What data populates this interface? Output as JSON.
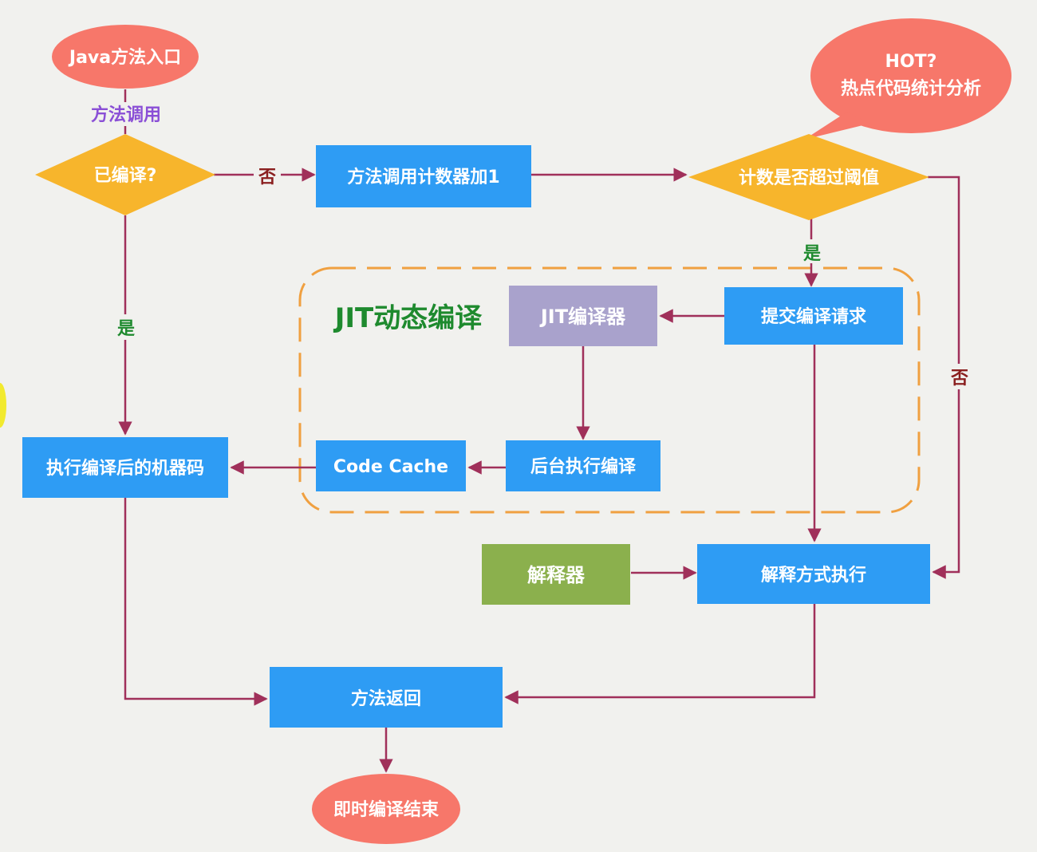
{
  "nodes": {
    "entry": "Java方法入口",
    "hot_bubble_line1": "HOT?",
    "hot_bubble_line2": "热点代码统计分析",
    "compiled_check": "已编译?",
    "counter_increment": "方法调用计数器加1",
    "threshold_check": "计数是否超过阈值",
    "submit_request": "提交编译请求",
    "jit_compiler": "JIT编译器",
    "background_compile": "后台执行编译",
    "code_cache": "Code Cache",
    "execute_machine_code": "执行编译后的机器码",
    "interpreter": "解释器",
    "interpret_execute": "解释方式执行",
    "method_return": "方法返回",
    "end": "即时编译结束"
  },
  "region": {
    "jit_title": "JIT动态编译"
  },
  "edge_labels": {
    "method_call": "方法调用",
    "no_compiled": "否",
    "yes_compiled": "是",
    "yes_threshold": "是",
    "no_threshold": "否"
  },
  "colors": {
    "blue": "#2e9cf4",
    "orange": "#f7b52c",
    "salmon": "#f7776a",
    "purple": "#a9a2cc",
    "green": "#8bb04d",
    "arrow": "#a0305a",
    "dashed_border": "#f0a040",
    "label_purple": "#8a4fd6",
    "label_green": "#1e8a2e",
    "label_red": "#8b2020"
  }
}
